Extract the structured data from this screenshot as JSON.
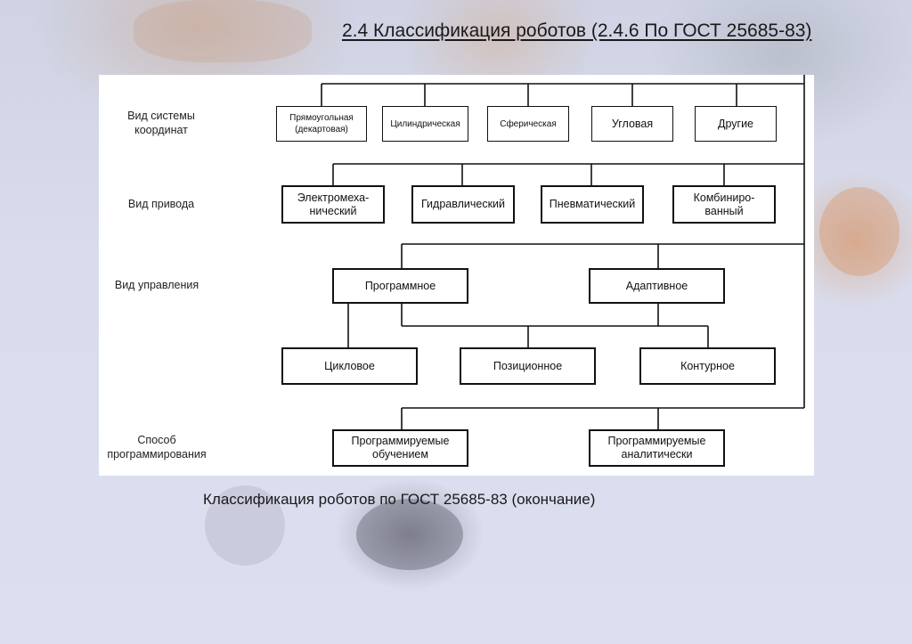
{
  "slide": {
    "title": "2.4 Классификация роботов (2.4.6 По ГОСТ 25685-83)",
    "caption": "Классификация роботов по ГОСТ 25685-83 (окончание)"
  },
  "diagram": {
    "rows": [
      {
        "label": "Вид системы\nкоординат",
        "nodes": [
          "Прямоугольная\n(декартовая)",
          "Цилиндрическая",
          "Сферическая",
          "Угловая",
          "Другие"
        ]
      },
      {
        "label": "Вид привода",
        "nodes": [
          "Электромеха-\nнический",
          "Гидравлический",
          "Пневматический",
          "Комбиниро-\nванный"
        ]
      },
      {
        "label": "Вид управления",
        "nodes": [
          "Программное",
          "Адаптивное"
        ],
        "sub_nodes": [
          "Цикловое",
          "Позиционное",
          "Контурное"
        ]
      },
      {
        "label": "Способ\nпрограммирования",
        "nodes": [
          "Программируемые\nобучением",
          "Программируемые\nаналитически"
        ]
      }
    ]
  }
}
